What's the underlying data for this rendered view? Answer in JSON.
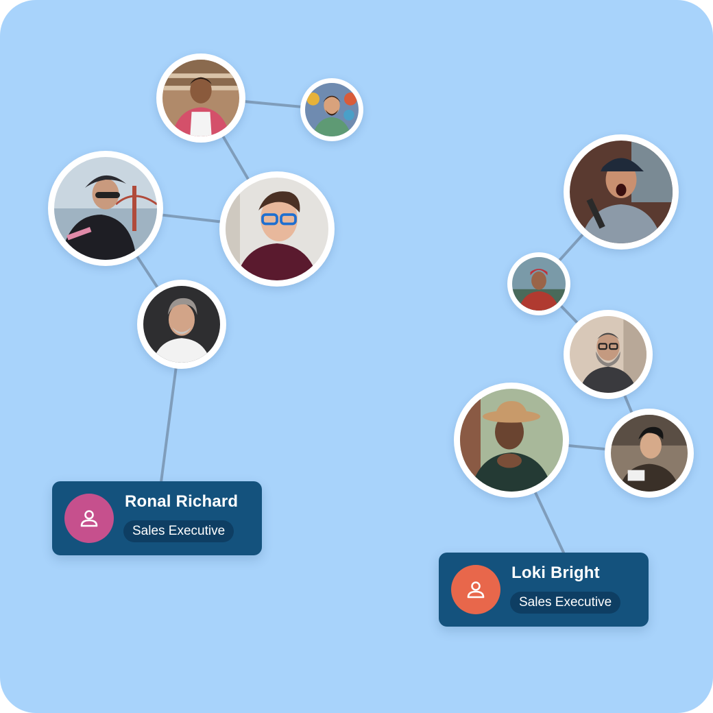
{
  "contacts": [
    {
      "name": "Ronal Richard",
      "role": "Sales Executive",
      "badge_color": "#c6508d",
      "icon": "user-icon"
    },
    {
      "name": "Loki Bright",
      "role": "Sales Executive",
      "badge_color": "#e8674b",
      "icon": "user-icon"
    }
  ],
  "colors": {
    "background": "#a8d3fb",
    "card": "#14527d",
    "pill": "#0e3e63",
    "connector": "#7f9dbb"
  }
}
